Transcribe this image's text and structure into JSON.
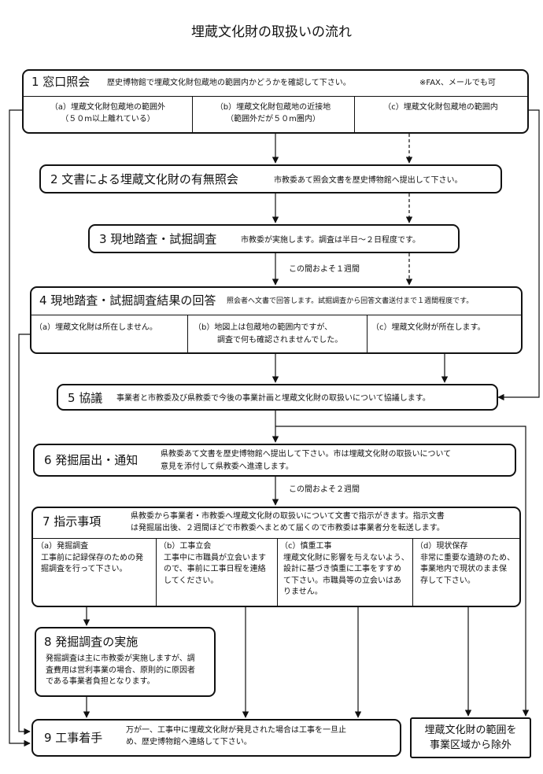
{
  "title": "埋蔵文化財の取扱いの流れ",
  "step1": {
    "heading": "1 窓口照会",
    "desc": "歴史博物館で埋蔵文化財包蔵地の範囲内かどうかを確認して下さい。",
    "note": "※FAX、メールでも可",
    "a": "（a）埋蔵文化財包蔵地の範囲外",
    "a2": "（５０m以上離れている）",
    "b": "（b）埋蔵文化財包蔵地の近接地",
    "b2": "（範囲外だが５０m圏内）",
    "c": "（c）埋蔵文化財包蔵地の範囲内"
  },
  "step2": {
    "heading": "2 文書による埋蔵文化財の有無照会",
    "desc": "市教委あて照会文書を歴史博物館へ提出して下さい。"
  },
  "step3": {
    "heading": "3 現地踏査・試掘調査",
    "desc": "市教委が実施します。調査は半日～２日程度です。"
  },
  "interval1": "この間およそ１週間",
  "step4": {
    "heading": "4 現地踏査・試掘調査結果の回答",
    "desc": "照会者へ文書で回答します。試掘調査から回答文書送付まで１週間程度です。",
    "a": "（a）埋蔵文化財は所在しません。",
    "b": "（b）地図上は包蔵地の範囲内ですが、",
    "b2": "調査で何も確認されませんでした。",
    "c": "（c）埋蔵文化財が所在します。"
  },
  "step5": {
    "heading": "5 協議",
    "desc": "事業者と市教委及び県教委で今後の事業計画と埋蔵文化財の取扱いについて協議します。"
  },
  "step6": {
    "heading": "6 発掘届出・通知",
    "desc1": "県教委あて文書を歴史博物館へ提出して下さい。市は埋蔵文化財の取扱いについて",
    "desc2": "意見を添付して県教委へ進達します。"
  },
  "interval2": "この間およそ２週間",
  "step7": {
    "heading": "7 指示事項",
    "desc1": "県教委から事業者・市教委へ埋蔵文化財の取扱いについて文書で指示がきます。指示文書",
    "desc2": "は発掘届出後、２週間ほどで市教委へまとめて届くので市教委は事業者分を転送します。",
    "a_title": "（a）発掘調査",
    "a_l1": "工事前に記録保存のための発",
    "a_l2": "掘調査を行って下さい。",
    "b_title": "（b）工事立会",
    "b_l1": "工事中に市職員が立会います",
    "b_l2": "ので、事前に工事日程を連絡",
    "b_l3": "してください。",
    "c_title": "（c）慎重工事",
    "c_l1": "埋蔵文化財に影響を与えないよう、",
    "c_l2": "設計に基づき慎重に工事をすすめ",
    "c_l3": "て下さい。市職員等の立会いはあ",
    "c_l4": "りません。",
    "d_title": "（d）現状保存",
    "d_l1": "非常に重要な遺跡のため、",
    "d_l2": "事業地内で現状のまま保",
    "d_l3": "存して下さい。"
  },
  "step8": {
    "heading": "8 発掘調査の実施",
    "l1": "発掘調査は主に市教委が実施しますが、調",
    "l2": "査費用は営利事業の場合、原則的に原因者",
    "l3": "である事業者負担となります。"
  },
  "step9": {
    "heading": "9 工事着手",
    "l1": "万が一、工事中に埋蔵文化財が発見された場合は工事を一旦止",
    "l2": "め、歴史博物館へ連絡して下さい。"
  },
  "exclude": {
    "l1": "埋蔵文化財の範囲を",
    "l2": "事業区域から除外"
  }
}
